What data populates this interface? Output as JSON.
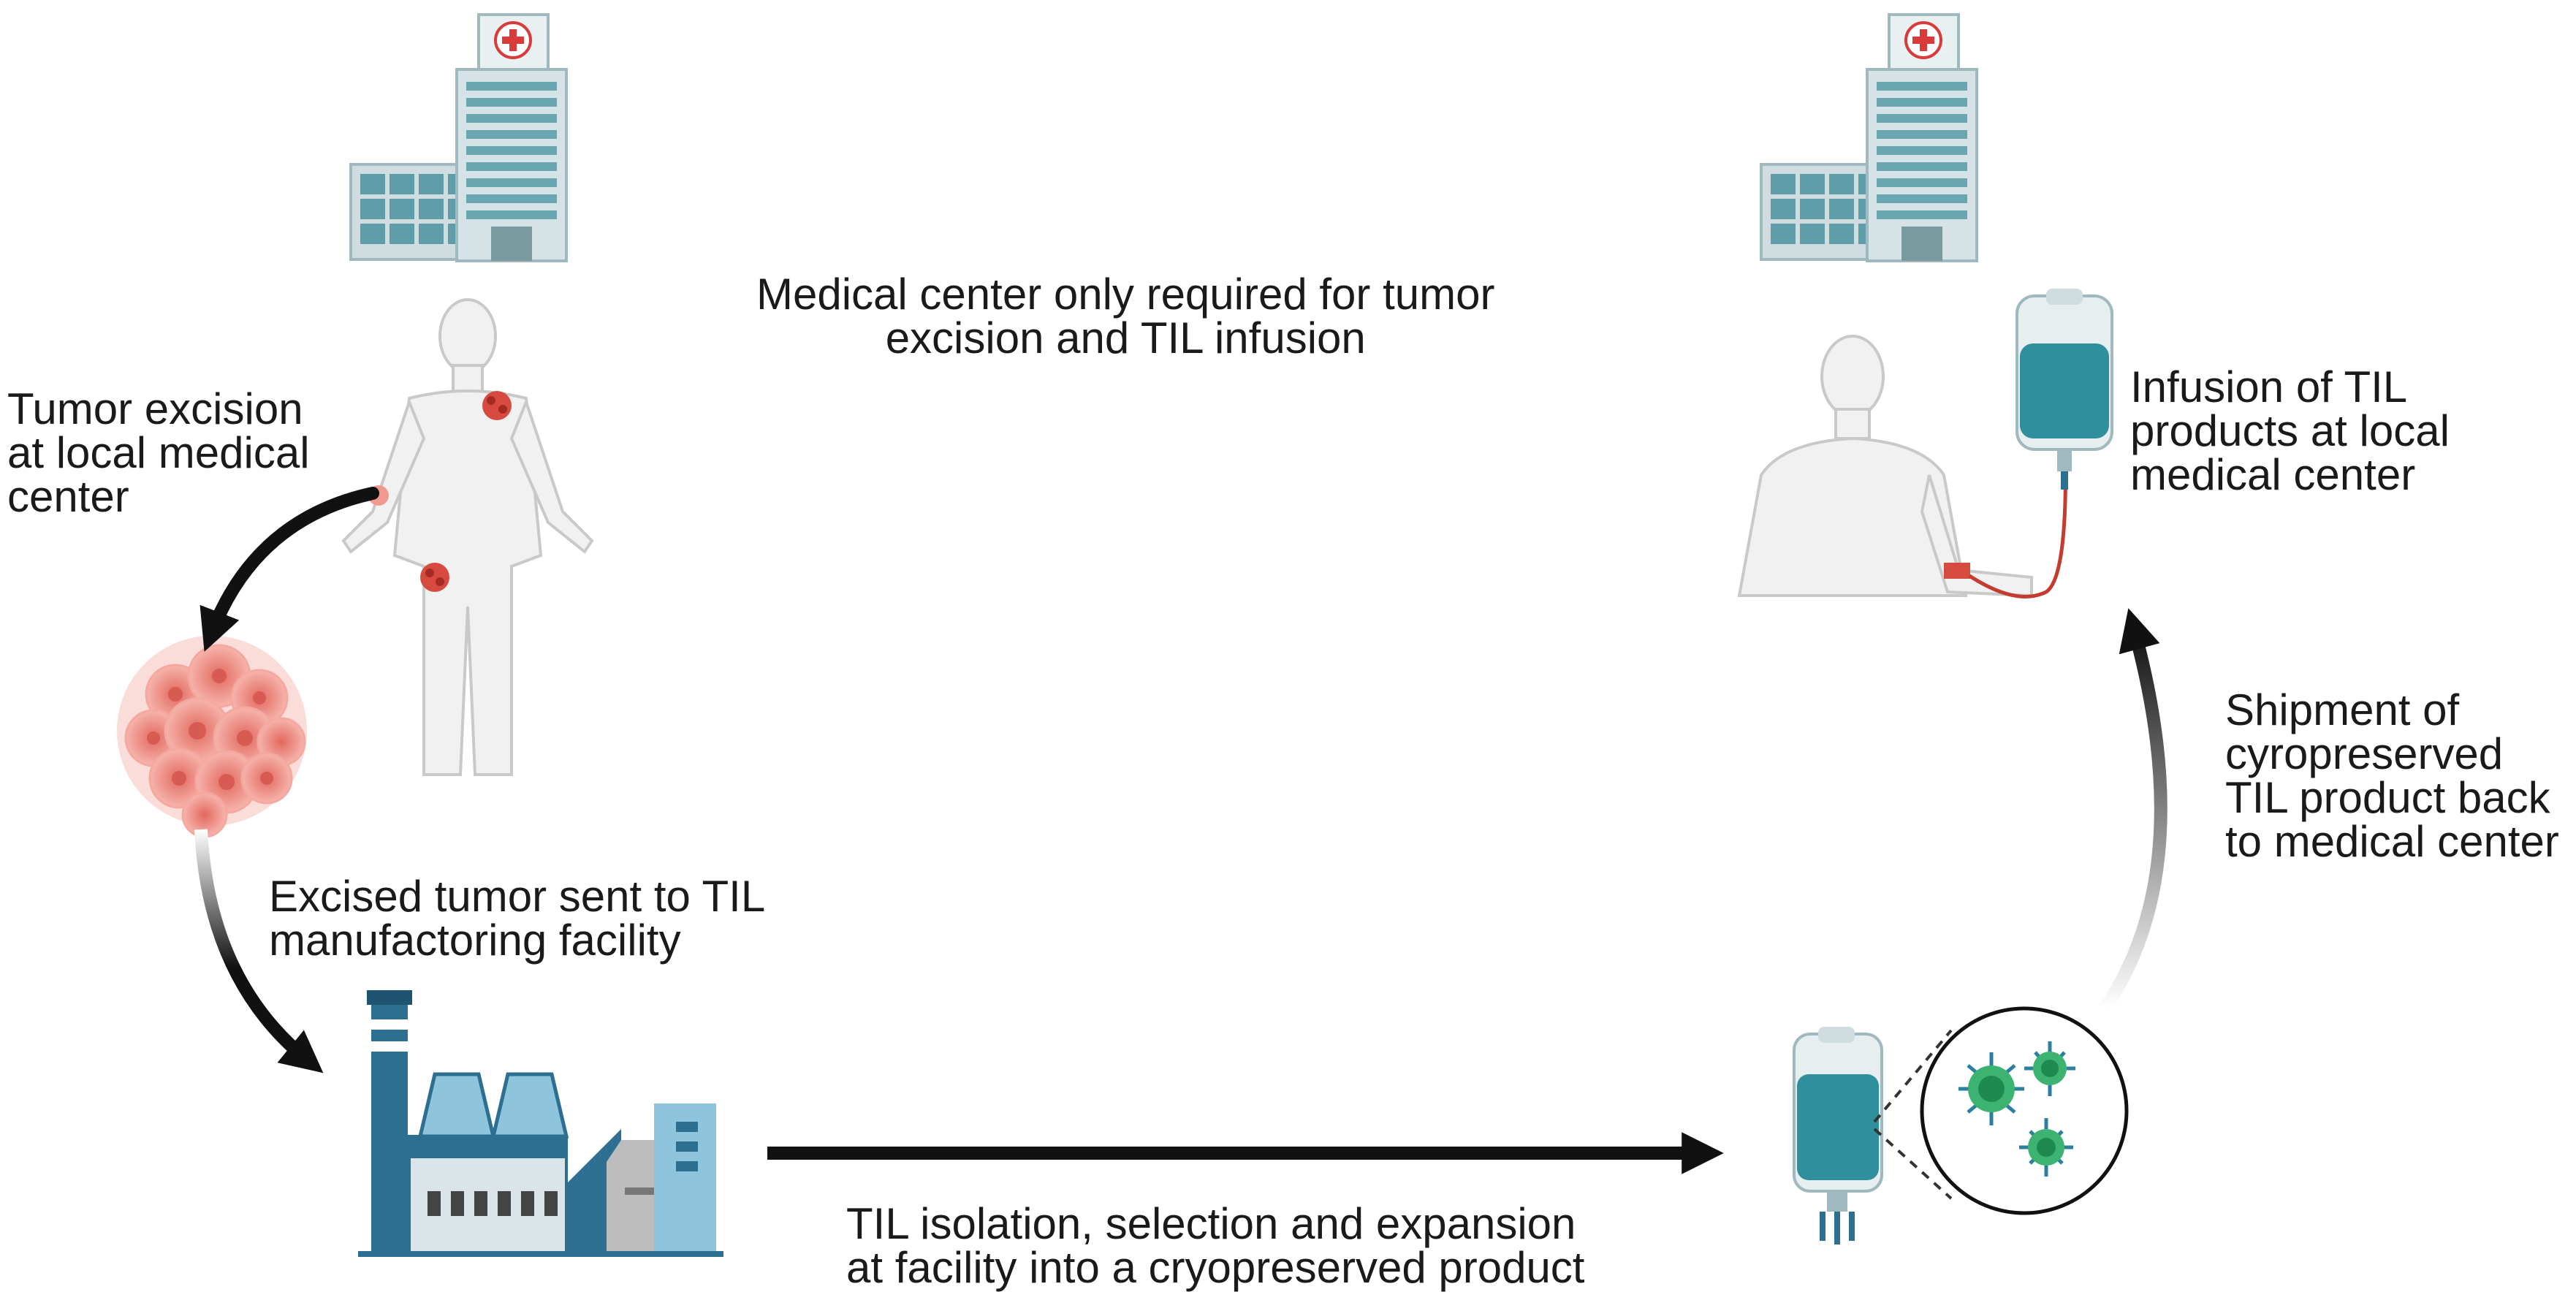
{
  "header": {
    "lines": [
      "Medical center only required for tumor",
      "excision and TIL infusion"
    ]
  },
  "steps": {
    "excision": {
      "lines": [
        "Tumor excision",
        "at local medical",
        "center"
      ]
    },
    "shipping_to_facility": {
      "lines": [
        "Excised tumor sent to TIL",
        "manufactoring facility"
      ]
    },
    "expansion": {
      "lines": [
        "TIL isolation, selection and expansion",
        "at facility into a cryopreserved product"
      ]
    },
    "shipment_back": {
      "lines": [
        "Shipment of",
        "cyropreserved",
        "TIL product back",
        "to medical center"
      ]
    },
    "infusion": {
      "lines": [
        "Infusion of TIL",
        "products at local",
        "medical center"
      ]
    }
  },
  "colors": {
    "hospital_glass": "#5f9ea8",
    "hospital_frame": "#cfdde0",
    "cross": "#d93a3a",
    "body": "#f1f1f1",
    "tumor": "#e87d73",
    "tumor_dark": "#c9453c",
    "factory_blue": "#2d6f90",
    "factory_light": "#8ec5dc",
    "bag_fluid": "#2f8f9c",
    "cell_green": "#3cb371",
    "arrow": "#111111"
  }
}
